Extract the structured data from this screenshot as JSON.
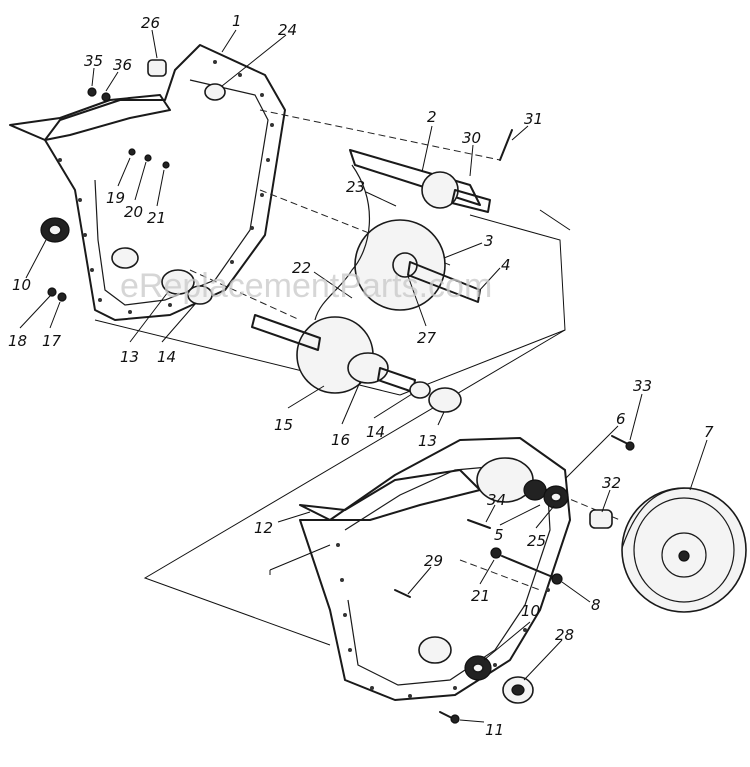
{
  "watermark": "eReplacementParts.com",
  "callouts": [
    {
      "id": "c1",
      "label": "1"
    },
    {
      "id": "c2",
      "label": "2"
    },
    {
      "id": "c3",
      "label": "3"
    },
    {
      "id": "c4",
      "label": "4"
    },
    {
      "id": "c5",
      "label": "5"
    },
    {
      "id": "c6",
      "label": "6"
    },
    {
      "id": "c7",
      "label": "7"
    },
    {
      "id": "c8",
      "label": "8"
    },
    {
      "id": "c10a",
      "label": "10"
    },
    {
      "id": "c10b",
      "label": "10"
    },
    {
      "id": "c11",
      "label": "11"
    },
    {
      "id": "c12",
      "label": "12"
    },
    {
      "id": "c13a",
      "label": "13"
    },
    {
      "id": "c13b",
      "label": "13"
    },
    {
      "id": "c14a",
      "label": "14"
    },
    {
      "id": "c14b",
      "label": "14"
    },
    {
      "id": "c15",
      "label": "15"
    },
    {
      "id": "c16",
      "label": "16"
    },
    {
      "id": "c17",
      "label": "17"
    },
    {
      "id": "c18",
      "label": "18"
    },
    {
      "id": "c19",
      "label": "19"
    },
    {
      "id": "c20",
      "label": "20"
    },
    {
      "id": "c21a",
      "label": "21"
    },
    {
      "id": "c21b",
      "label": "21"
    },
    {
      "id": "c22",
      "label": "22"
    },
    {
      "id": "c23",
      "label": "23"
    },
    {
      "id": "c24",
      "label": "24"
    },
    {
      "id": "c25",
      "label": "25"
    },
    {
      "id": "c26",
      "label": "26"
    },
    {
      "id": "c27",
      "label": "27"
    },
    {
      "id": "c28",
      "label": "28"
    },
    {
      "id": "c29",
      "label": "29"
    },
    {
      "id": "c30",
      "label": "30"
    },
    {
      "id": "c31",
      "label": "31"
    },
    {
      "id": "c32",
      "label": "32"
    },
    {
      "id": "c33",
      "label": "33"
    },
    {
      "id": "c34",
      "label": "34"
    },
    {
      "id": "c35",
      "label": "35"
    },
    {
      "id": "c36",
      "label": "36"
    }
  ]
}
